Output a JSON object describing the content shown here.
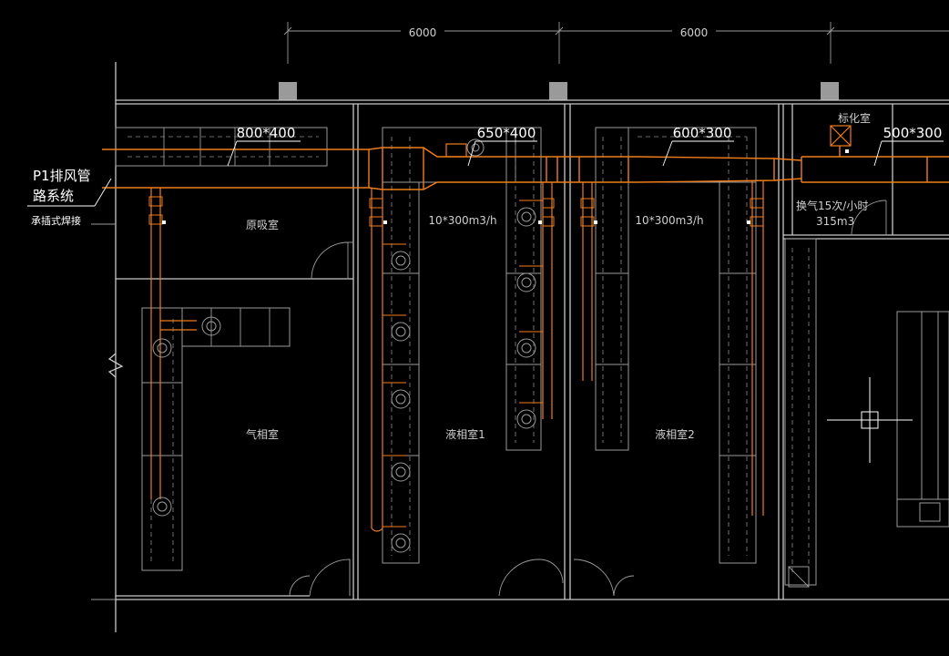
{
  "dimensions": {
    "dim1": "6000",
    "dim2": "6000"
  },
  "duct_sizes": {
    "d1": "800*400",
    "d2": "650*400",
    "d3": "600*300",
    "d4": "500*300"
  },
  "system_label": {
    "line1": "P1排风管",
    "line2": "路系统",
    "line3": "承插式焊接"
  },
  "rooms": {
    "yuanxi": "原吸室",
    "qixiang": "气相室",
    "yexiang1": "液相室1",
    "yexiang2": "液相室2",
    "biaohua": "标化室"
  },
  "airflow": {
    "liquid1": "10*300m3/h",
    "liquid2": "10*300m3/h",
    "vent_line1": "换气15次/小时",
    "vent_line2": "315m3"
  },
  "colors": {
    "background": "#000000",
    "wall": "#c8c8c8",
    "duct": "#f07d1a",
    "text": "#cfcfcf"
  }
}
